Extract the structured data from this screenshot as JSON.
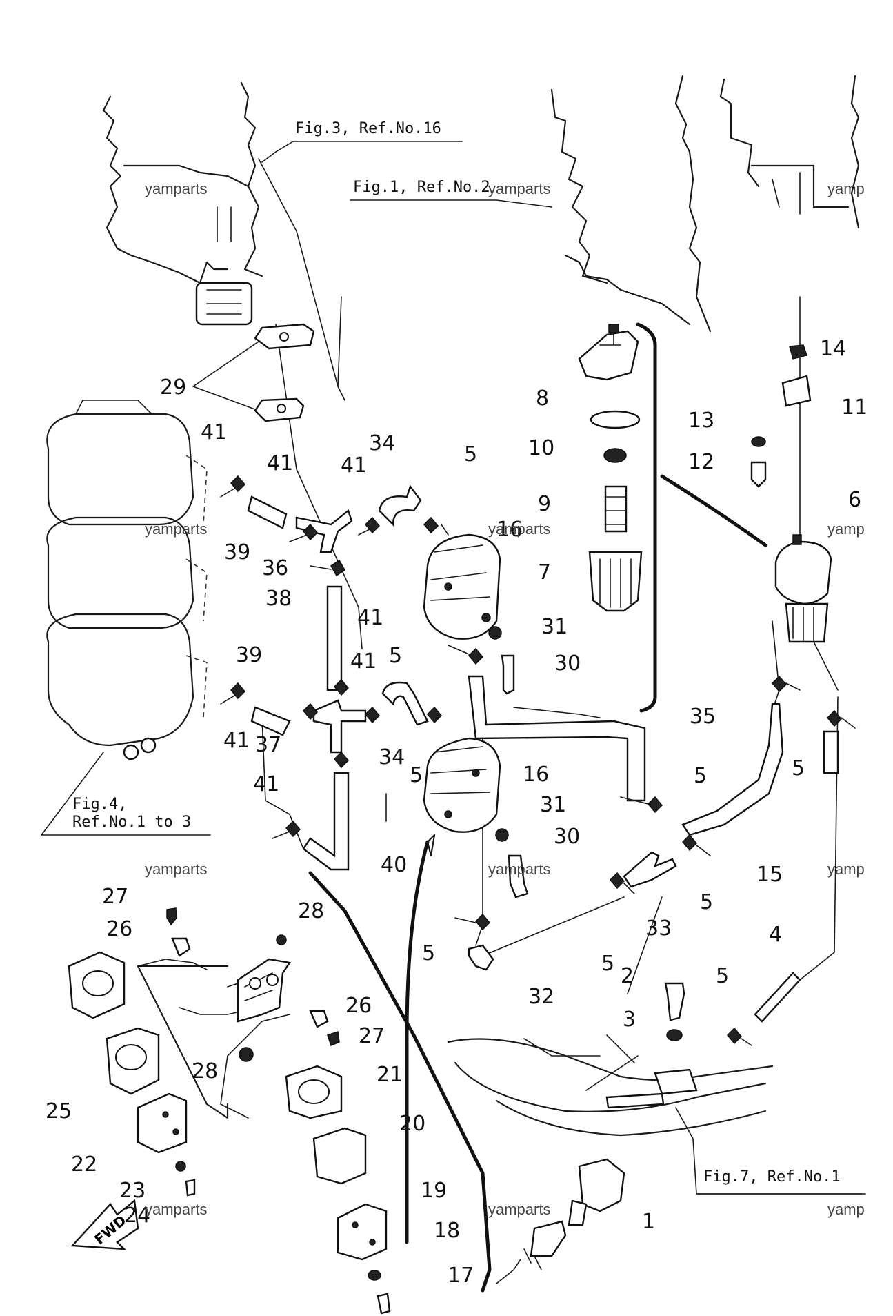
{
  "figure_refs": {
    "fig3": "Fig.3, Ref.No.16",
    "fig1": "Fig.1, Ref.No.2",
    "fig4_line1": "Fig.4,",
    "fig4_line2": "Ref.No.1 to 3",
    "fig7": "Fig.7, Ref.No.1"
  },
  "watermark": "yamparts",
  "watermark_cut": "yamp",
  "fwd_label": "FWD",
  "callouts": {
    "c1": "1",
    "c2": "2",
    "c3": "3",
    "c4": "4",
    "c5": "5",
    "c6": "6",
    "c7": "7",
    "c8": "8",
    "c9": "9",
    "c10": "10",
    "c11": "11",
    "c12": "12",
    "c13": "13",
    "c14": "14",
    "c15": "15",
    "c16": "16",
    "c17": "17",
    "c18": "18",
    "c19": "19",
    "c20": "20",
    "c21": "21",
    "c22": "22",
    "c23": "23",
    "c24": "24",
    "c25": "25",
    "c26": "26",
    "c27": "27",
    "c28": "28",
    "c29": "29",
    "c30": "30",
    "c31": "31",
    "c32": "32",
    "c33": "33",
    "c34": "34",
    "c35": "35",
    "c36": "36",
    "c37": "37",
    "c38": "38",
    "c39": "39",
    "c40": "40",
    "c41": "41"
  }
}
